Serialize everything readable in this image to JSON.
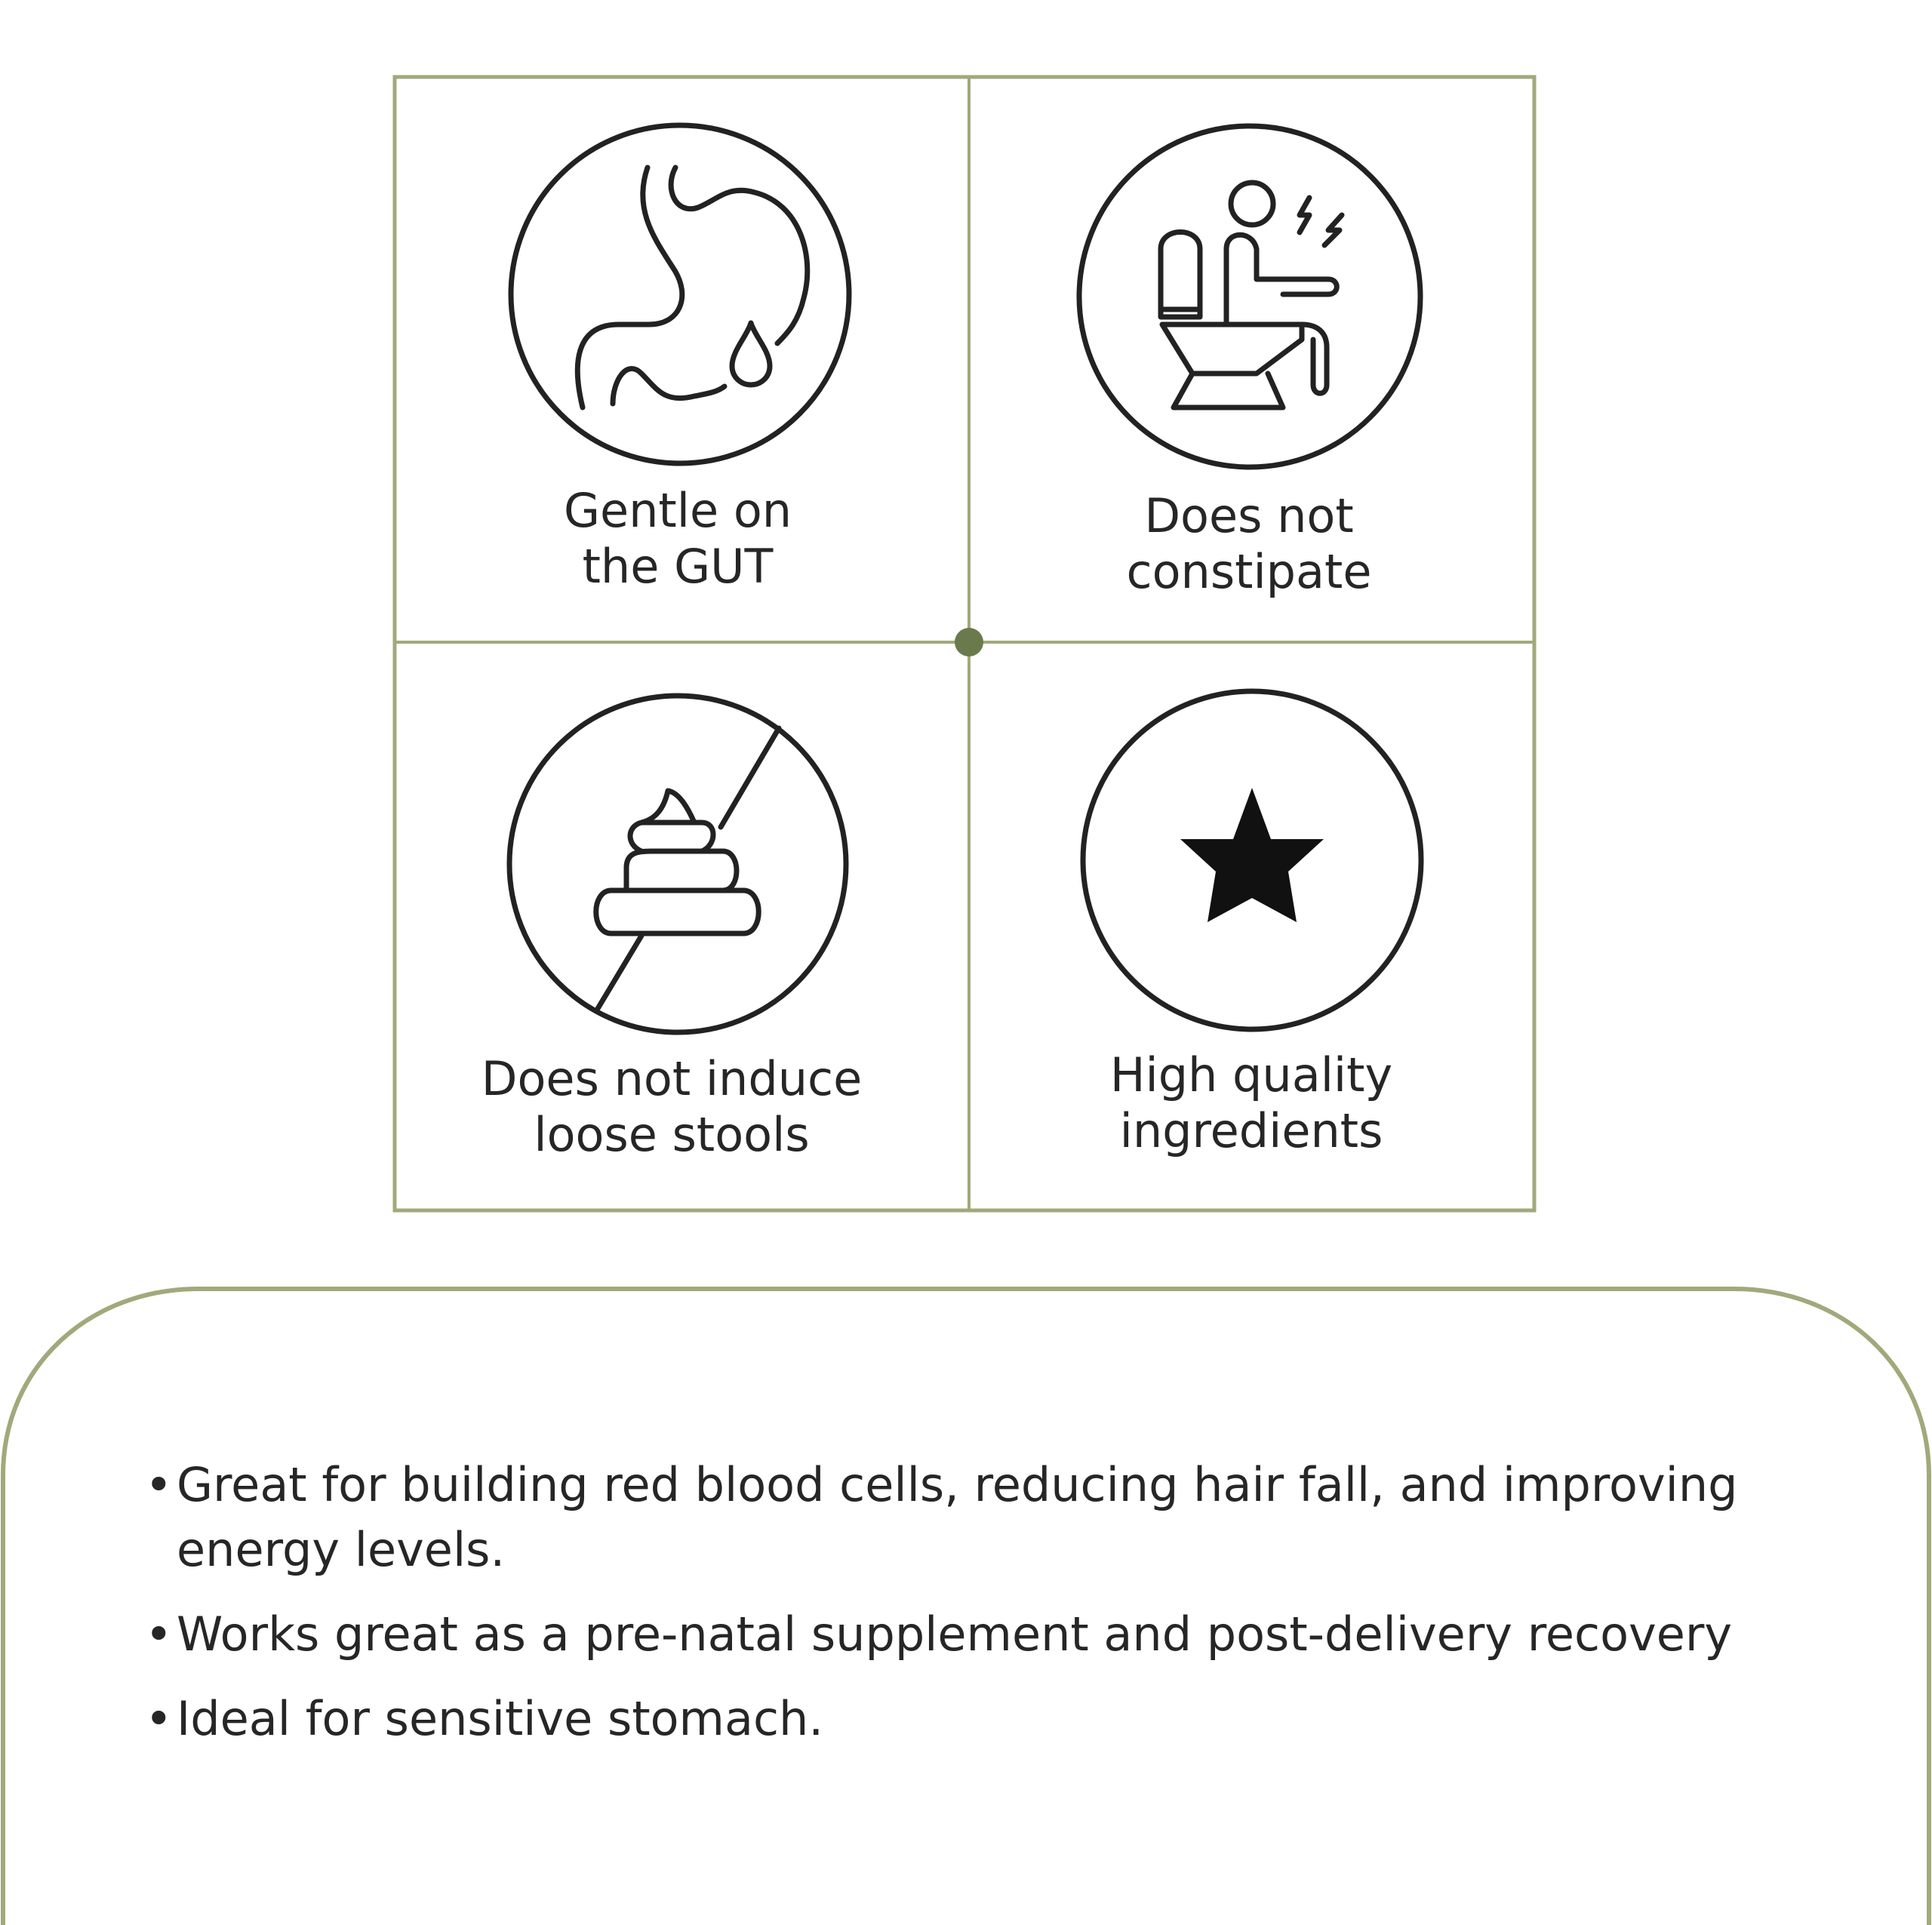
{
  "colors": {
    "frame": "#a1a97b",
    "center_dot": "#6b7a4c",
    "icon_stroke": "#222222",
    "text": "#262626"
  },
  "features": [
    {
      "icon": "stomach-icon",
      "line1": "Gentle on",
      "line2": "the GUT"
    },
    {
      "icon": "toilet-person-icon",
      "line1": "Does not",
      "line2": "constipate"
    },
    {
      "icon": "no-stool-icon",
      "line1": "Does not induce",
      "line2": "loose stools"
    },
    {
      "icon": "star-icon",
      "line1": "High quality",
      "line2": "ingredients"
    }
  ],
  "benefits": [
    "Great for building red blood cells, reducing hair fall, and improving energy levels.",
    "Works great as a pre-natal supplement and post-delivery recovery",
    "Ideal for sensitive stomach."
  ]
}
